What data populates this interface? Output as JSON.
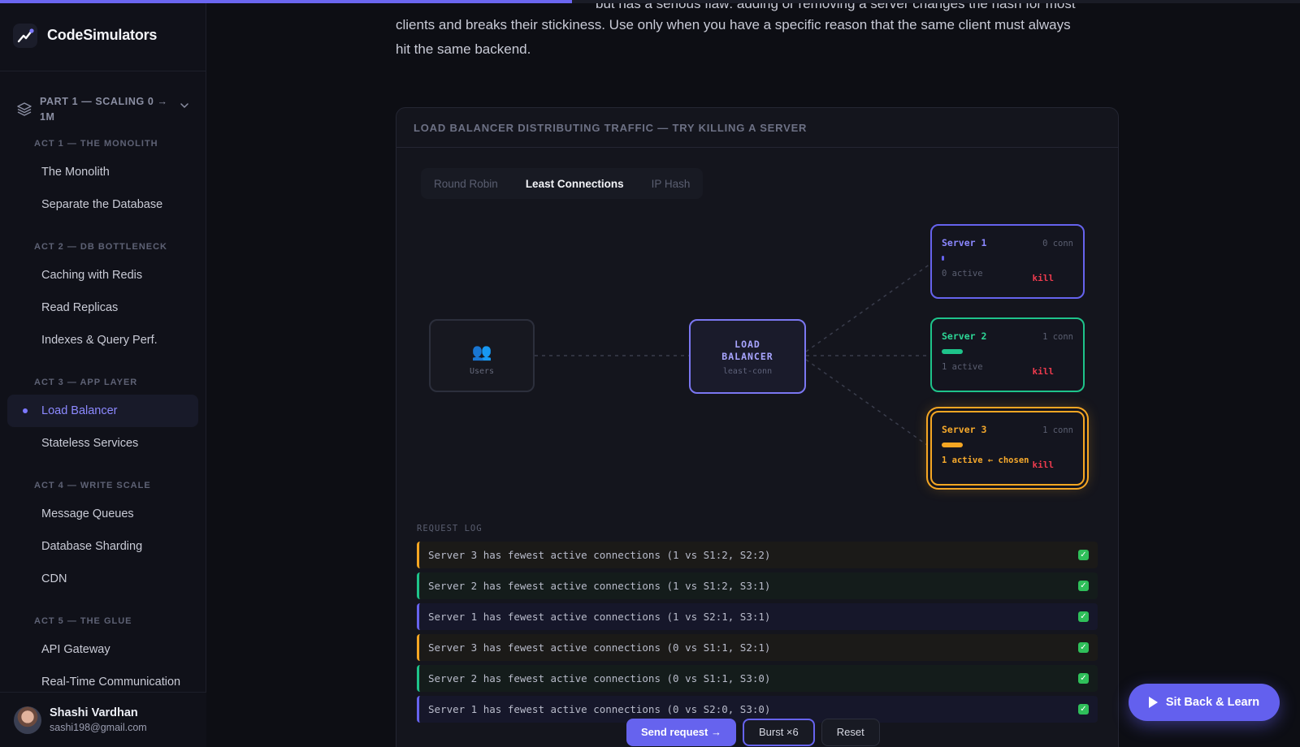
{
  "progress": {
    "percent": 44
  },
  "brand": {
    "name": "CodeSimulators"
  },
  "sidebar": {
    "part_title": "PART 1 — SCALING 0 → 1M",
    "acts": [
      {
        "label": "ACT 1 — THE MONOLITH",
        "items": [
          "The Monolith",
          "Separate the Database"
        ]
      },
      {
        "label": "ACT 2 — DB BOTTLENECK",
        "items": [
          "Caching with Redis",
          "Read Replicas",
          "Indexes & Query Perf."
        ]
      },
      {
        "label": "ACT 3 — APP LAYER",
        "items": [
          "Load Balancer",
          "Stateless Services"
        ]
      },
      {
        "label": "ACT 4 — WRITE SCALE",
        "items": [
          "Message Queues",
          "Database Sharding",
          "CDN"
        ]
      },
      {
        "label": "ACT 5 — THE GLUE",
        "items": [
          "API Gateway",
          "Real-Time Communication"
        ]
      }
    ],
    "active_item": "Load Balancer"
  },
  "user": {
    "name": "Shashi Vardhan",
    "email": "sashi198@gmail.com"
  },
  "intro": {
    "line0": "but has a serious flaw: adding or removing a server changes the hash for most",
    "line1": "clients and breaks their stickiness. Use only when you have a specific reason that the same client must always",
    "line2": "hit the same backend."
  },
  "panel": {
    "title": "LOAD BALANCER DISTRIBUTING TRAFFIC — TRY KILLING A SERVER",
    "tabs": [
      "Round Robin",
      "Least Connections",
      "IP Hash"
    ],
    "active_tab": "Least Connections",
    "users_label": "Users",
    "lb_title_line1": "LOAD",
    "lb_title_line2": "BALANCER",
    "lb_sub": "least-conn",
    "servers": [
      {
        "name": "Server 1",
        "conn": "0 conn",
        "active": "0 active",
        "kill": "kill",
        "load": 0.02,
        "color": "#6663ee"
      },
      {
        "name": "Server 2",
        "conn": "1 conn",
        "active": "1 active",
        "kill": "kill",
        "load": 0.2,
        "color": "#1ec38a"
      },
      {
        "name": "Server 3",
        "conn": "1 conn",
        "active": "1 active ← chosen",
        "kill": "kill",
        "load": 0.2,
        "color": "#f5a623"
      }
    ],
    "log_label": "REQUEST LOG",
    "log": [
      {
        "text": "Server 3 has fewest active connections (1 vs S1:2, S2:2)",
        "server": 3
      },
      {
        "text": "Server 2 has fewest active connections (1 vs S1:2, S3:1)",
        "server": 2
      },
      {
        "text": "Server 1 has fewest active connections (1 vs S2:1, S3:1)",
        "server": 1
      },
      {
        "text": "Server 3 has fewest active connections (0 vs S1:1, S2:1)",
        "server": 3
      },
      {
        "text": "Server 2 has fewest active connections (0 vs S1:1, S3:0)",
        "server": 2
      },
      {
        "text": "Server 1 has fewest active connections (0 vs S2:0, S3:0)",
        "server": 1
      }
    ],
    "buttons": {
      "send": "Send request →",
      "burst": "Burst ×6",
      "reset": "Reset"
    }
  },
  "cta": {
    "label": "Sit Back & Learn"
  },
  "colors": {
    "accent": "#6663ee",
    "green": "#1ec38a",
    "orange": "#f5a623",
    "danger": "#ef3b4e"
  }
}
